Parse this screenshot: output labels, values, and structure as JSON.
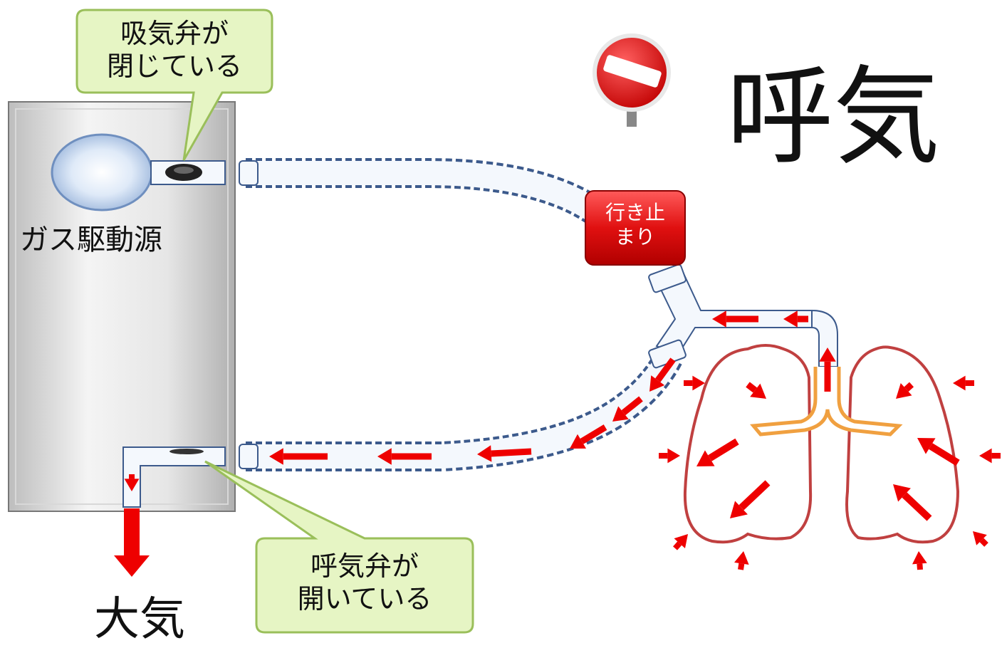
{
  "title": "呼気",
  "gas_source": {
    "label": "ガス駆動源"
  },
  "atmosphere": {
    "label": "大気"
  },
  "inspiratory_valve": {
    "line1": "吸気弁が",
    "line2": "閉じている"
  },
  "expiratory_valve": {
    "line1": "呼気弁が",
    "line2": "開いている"
  },
  "dead_end": {
    "line1": "行き止",
    "line2": "まり"
  },
  "colors": {
    "arrow": "#ee0000",
    "tube_border": "#3c5a8c",
    "lung_outline": "#c04040",
    "bronchi": "#f0a040",
    "callout_fill": "#e6f5c4",
    "callout_border": "#9abf5a",
    "badge": "#dd1111"
  },
  "icons": [
    "no-entry-sign-icon",
    "closed-valve-icon",
    "open-valve-icon",
    "flow-arrow-icon"
  ]
}
